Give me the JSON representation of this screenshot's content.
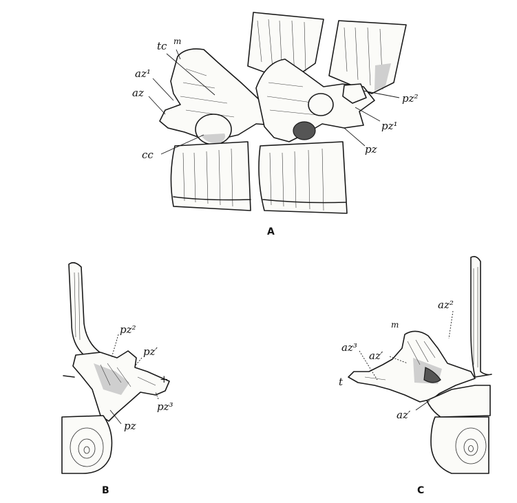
{
  "panels": {
    "a": {
      "label": "A",
      "annotations": {
        "tc": "tc",
        "m": "m",
        "az1": "az¹",
        "az": "az",
        "cc": "cc",
        "pz2": "pz²",
        "pz1": "pz¹",
        "pz": "pz"
      }
    },
    "b": {
      "label": "B",
      "annotations": {
        "pz2": "pz²",
        "pz1": "pz′",
        "t": "+",
        "pz3": "pz³",
        "pz": "pz"
      }
    },
    "c": {
      "label": "C",
      "annotations": {
        "az2": "az²",
        "m": "m",
        "az3": "az³",
        "az1": "az′",
        "t": "t",
        "az": "az′"
      }
    }
  }
}
